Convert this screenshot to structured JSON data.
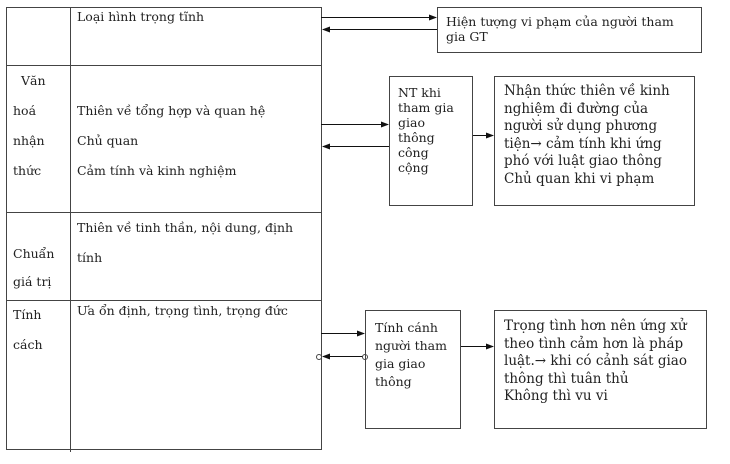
{
  "table": {
    "rows": [
      {
        "label": "",
        "content": [
          "Loại hình trọng tĩnh"
        ]
      },
      {
        "label": "Văn hoá nhận thức",
        "label_lines": [
          "Văn",
          "hoá",
          "nhận",
          "thức"
        ],
        "content": [
          "Thiên về tổng hợp và quan hệ",
          "Chủ quan",
          "Cảm tính và kinh nghiệm"
        ]
      },
      {
        "label": "Chuẩn giá trị",
        "label_lines": [
          "Chuẩn",
          "giá trị"
        ],
        "content": [
          "Thiên về tinh thần, nội dung, định",
          "tính"
        ]
      },
      {
        "label": "Tính cách",
        "label_lines": [
          "Tính",
          "cách"
        ],
        "content": [
          "Ưa ổn định, trọng tình, trọng đức"
        ]
      }
    ]
  },
  "boxes": {
    "violation": "Hiện tượng vi phạm của người tham gia GT",
    "nt_public": [
      "NT khi",
      "tham gia",
      "giao",
      "thông",
      "công",
      "cộng"
    ],
    "nt_result": [
      "Nhận thức thiên về kinh",
      "nghiệm đi đường của",
      "người sử dụng phương",
      "tiện→ cảm tính khi ứng",
      "phó với luật giao thông",
      "Chủ quan khi vi phạm"
    ],
    "character": [
      "Tính cánh",
      "người tham",
      "gia giao",
      "thông"
    ],
    "character_result": [
      "Trọng tình hơn nên ứng xử",
      "theo tình cảm hơn là pháp",
      "luật.→ khi có cảnh sát giao",
      "thông thì tuân thủ",
      "Không thì vu vi"
    ]
  }
}
